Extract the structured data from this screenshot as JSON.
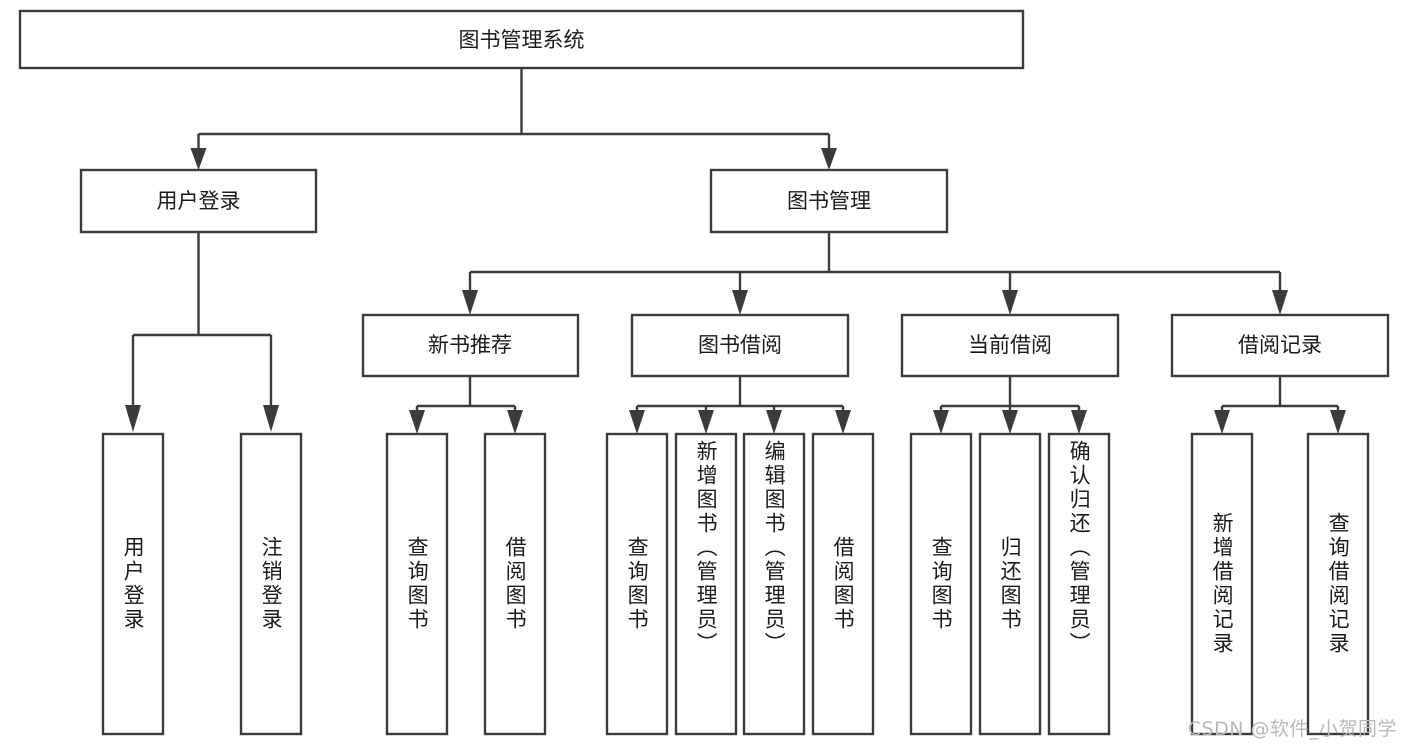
{
  "diagram": {
    "type": "tree-hierarchy",
    "title": "图书管理系统",
    "orientation": "top-down",
    "colors": {
      "box_fill": "#ffffff",
      "box_stroke": "#3b3b3b",
      "text": "#1b1b1b",
      "background": "#ffffff",
      "watermark": "#b9b9b9"
    },
    "levels": {
      "level1": [
        "图书管理系统"
      ],
      "level2": [
        "用户登录",
        "图书管理"
      ],
      "level3": [
        "新书推荐",
        "图书借阅",
        "当前借阅",
        "借阅记录"
      ],
      "level4": [
        "用户登录",
        "注销登录",
        "查询图书",
        "借阅图书",
        "查询图书",
        "新增图书（管理员）",
        "编辑图书（管理员）",
        "借阅图书",
        "查询图书",
        "归还图书",
        "确认归还（管理员）",
        "新增借阅记录",
        "查询借阅记录"
      ]
    },
    "nodes": {
      "root": {
        "label": "图书管理系统"
      },
      "user_login": {
        "label": "用户登录"
      },
      "book_mgmt": {
        "label": "图书管理"
      },
      "new_book_rec": {
        "label": "新书推荐"
      },
      "book_borrow": {
        "label": "图书借阅"
      },
      "current_borrow": {
        "label": "当前借阅"
      },
      "borrow_record": {
        "label": "借阅记录"
      },
      "leaf_user_login": {
        "label": "用户登录"
      },
      "leaf_logout": {
        "label": "注销登录"
      },
      "leaf_query_book_a": {
        "label": "查询图书"
      },
      "leaf_borrow_book_a": {
        "label": "借阅图书"
      },
      "leaf_query_book_b": {
        "label": "查询图书"
      },
      "leaf_add_book": {
        "label": "新增图书（管理员）"
      },
      "leaf_edit_book": {
        "label": "编辑图书（管理员）"
      },
      "leaf_borrow_book_b": {
        "label": "借阅图书"
      },
      "leaf_query_book_c": {
        "label": "查询图书"
      },
      "leaf_return_book": {
        "label": "归还图书"
      },
      "leaf_confirm_return": {
        "label": "确认归还（管理员）"
      },
      "leaf_add_record": {
        "label": "新增借阅记录"
      },
      "leaf_query_record": {
        "label": "查询借阅记录"
      }
    },
    "edges": [
      {
        "from": "root",
        "to": "user_login"
      },
      {
        "from": "root",
        "to": "book_mgmt"
      },
      {
        "from": "user_login",
        "to": "leaf_user_login"
      },
      {
        "from": "user_login",
        "to": "leaf_logout"
      },
      {
        "from": "book_mgmt",
        "to": "new_book_rec"
      },
      {
        "from": "book_mgmt",
        "to": "book_borrow"
      },
      {
        "from": "book_mgmt",
        "to": "current_borrow"
      },
      {
        "from": "book_mgmt",
        "to": "borrow_record"
      },
      {
        "from": "new_book_rec",
        "to": "leaf_query_book_a"
      },
      {
        "from": "new_book_rec",
        "to": "leaf_borrow_book_a"
      },
      {
        "from": "book_borrow",
        "to": "leaf_query_book_b"
      },
      {
        "from": "book_borrow",
        "to": "leaf_add_book"
      },
      {
        "from": "book_borrow",
        "to": "leaf_edit_book"
      },
      {
        "from": "book_borrow",
        "to": "leaf_borrow_book_b"
      },
      {
        "from": "current_borrow",
        "to": "leaf_query_book_c"
      },
      {
        "from": "current_borrow",
        "to": "leaf_return_book"
      },
      {
        "from": "current_borrow",
        "to": "leaf_confirm_return"
      },
      {
        "from": "borrow_record",
        "to": "leaf_add_record"
      },
      {
        "from": "borrow_record",
        "to": "leaf_query_record"
      }
    ]
  },
  "watermark": {
    "text": "CSDN @软件_小贺同学"
  }
}
